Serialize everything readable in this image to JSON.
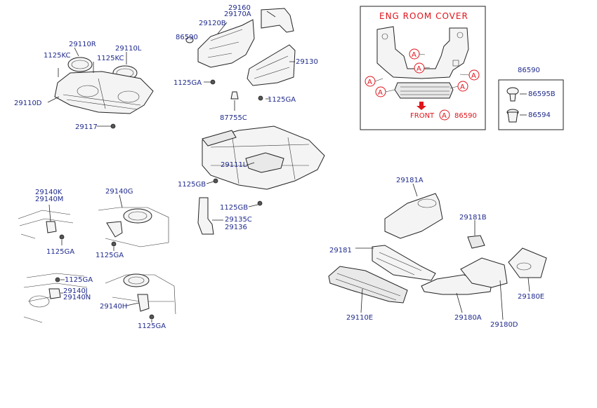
{
  "inset_eng": {
    "title": "ENG ROOM COVER",
    "marker": "A",
    "front_label": "FRONT",
    "front_part": "86590"
  },
  "inset_fasteners": {
    "title": "86590",
    "parts": [
      "86595B",
      "86594"
    ]
  },
  "labels": {
    "l29110R": "29110R",
    "l29110L": "29110L",
    "l1125KC_a": "1125KC",
    "l1125KC_b": "1125KC",
    "l29110D": "29110D",
    "l29117": "29117",
    "l29160": "29160",
    "l29170A": "29170A",
    "l86590": "86590",
    "l29120B": "29120B",
    "l29130": "29130",
    "l1125GA_top": "1125GA",
    "l1125GA_right": "1125GA",
    "l87755C": "87755C",
    "l29111L": "29111L",
    "l1125GB_a": "1125GB",
    "l1125GB_b": "1125GB",
    "l29135C": "29135C",
    "l29136": "29136",
    "l29140K": "29140K",
    "l29140M": "29140M",
    "l1125GA_c": "1125GA",
    "l29140G": "29140G",
    "l1125GA_d": "1125GA",
    "l1125GA_e": "1125GA",
    "l29140J": "29140J",
    "l29140N": "29140N",
    "l29140H": "29140H",
    "l1125GA_f": "1125GA",
    "l29181A": "29181A",
    "l29181B": "29181B",
    "l29181": "29181",
    "l29110E": "29110E",
    "l29180A": "29180A",
    "l29180D": "29180D",
    "l29180E": "29180E"
  }
}
